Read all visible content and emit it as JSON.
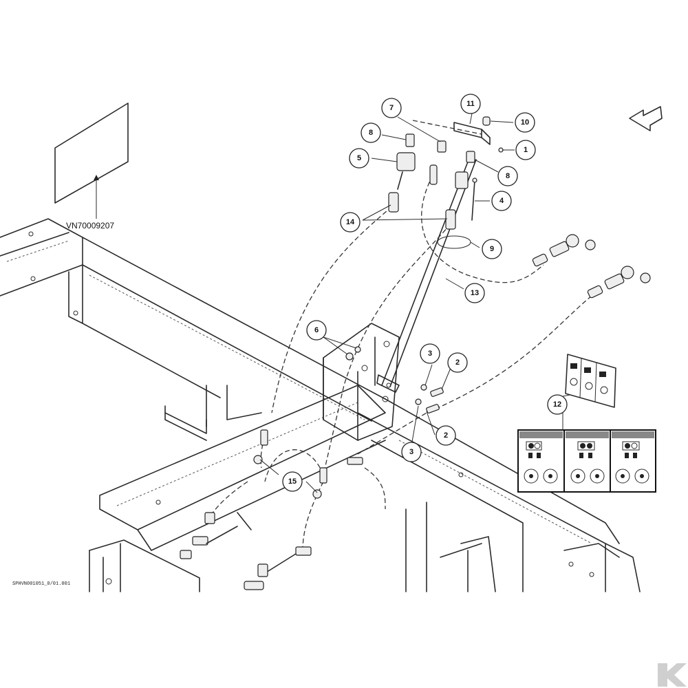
{
  "callouts": [
    {
      "id": "c1",
      "label": "1"
    },
    {
      "id": "c2a",
      "label": "2"
    },
    {
      "id": "c2b",
      "label": "2"
    },
    {
      "id": "c3a",
      "label": "3"
    },
    {
      "id": "c3b",
      "label": "3"
    },
    {
      "id": "c4",
      "label": "4"
    },
    {
      "id": "c5",
      "label": "5"
    },
    {
      "id": "c6",
      "label": "6"
    },
    {
      "id": "c7",
      "label": "7"
    },
    {
      "id": "c8a",
      "label": "8"
    },
    {
      "id": "c8b",
      "label": "8"
    },
    {
      "id": "c9",
      "label": "9"
    },
    {
      "id": "c10",
      "label": "10"
    },
    {
      "id": "c11",
      "label": "11"
    },
    {
      "id": "c12",
      "label": "12"
    },
    {
      "id": "c13",
      "label": "13"
    },
    {
      "id": "c14",
      "label": "14"
    },
    {
      "id": "c15",
      "label": "15"
    }
  ],
  "decal_part_number": "VN70009207",
  "drawing_reference": "SPHVN001051_0/01.001",
  "colors": {
    "line": "#2a2a2a",
    "background": "#ffffff",
    "watermark": "#cfcfcf"
  },
  "icons": [
    "direction-arrow-icon",
    "brand-logo-icon"
  ]
}
